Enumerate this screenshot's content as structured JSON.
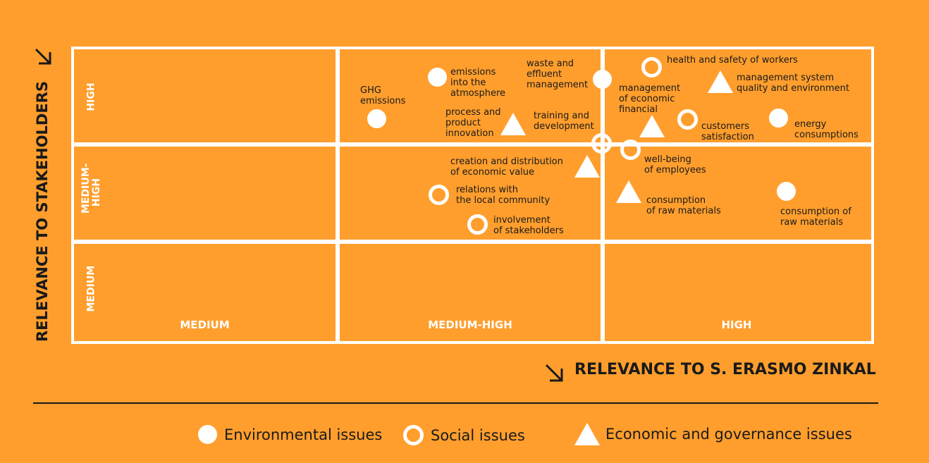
{
  "axes": {
    "y_title": "RELEVANCE TO STAKEHOLDERS",
    "x_title": "RELEVANCE TO S. ERASMO ZINKAL"
  },
  "rows": [
    "HIGH",
    "MEDIUM-\nHIGH",
    "MEDIUM"
  ],
  "columns": [
    "MEDIUM",
    "MEDIUM-HIGH",
    "HIGH"
  ],
  "issues": [
    {
      "label": "GHG\nemissions",
      "category": "environmental",
      "stakeholder_relevance": "HIGH",
      "company_relevance": "MEDIUM-HIGH"
    },
    {
      "label": "emissions\ninto the\natmosphere",
      "category": "environmental",
      "stakeholder_relevance": "HIGH",
      "company_relevance": "MEDIUM-HIGH"
    },
    {
      "label": "process and\nproduct\ninnovation",
      "category": "economic",
      "stakeholder_relevance": "HIGH",
      "company_relevance": "MEDIUM-HIGH"
    },
    {
      "label": "waste and\neffluent\nmanagement",
      "category": "environmental",
      "stakeholder_relevance": "HIGH",
      "company_relevance": "HIGH"
    },
    {
      "label": "training and\ndevelopment",
      "category": "social",
      "stakeholder_relevance": "HIGH",
      "company_relevance": "HIGH"
    },
    {
      "label": "health and safety of workers",
      "category": "social",
      "stakeholder_relevance": "HIGH",
      "company_relevance": "HIGH"
    },
    {
      "label": "management system\nquality and environment",
      "category": "economic",
      "stakeholder_relevance": "HIGH",
      "company_relevance": "HIGH"
    },
    {
      "label": "management\nof economic\nfinancial",
      "category": "economic",
      "stakeholder_relevance": "HIGH",
      "company_relevance": "HIGH"
    },
    {
      "label": "customers\nsatisfaction",
      "category": "social",
      "stakeholder_relevance": "HIGH",
      "company_relevance": "HIGH"
    },
    {
      "label": "energy\nconsumptions",
      "category": "environmental",
      "stakeholder_relevance": "HIGH",
      "company_relevance": "HIGH"
    },
    {
      "label": "creation and distribution\nof economic value",
      "category": "economic",
      "stakeholder_relevance": "MEDIUM-HIGH",
      "company_relevance": "MEDIUM-HIGH"
    },
    {
      "label": "relations with\nthe local community",
      "category": "social",
      "stakeholder_relevance": "MEDIUM-HIGH",
      "company_relevance": "MEDIUM-HIGH"
    },
    {
      "label": "involvement\nof stakeholders",
      "category": "social",
      "stakeholder_relevance": "MEDIUM-HIGH",
      "company_relevance": "MEDIUM-HIGH"
    },
    {
      "label": "well-being\nof employees",
      "category": "social",
      "stakeholder_relevance": "MEDIUM-HIGH",
      "company_relevance": "HIGH"
    },
    {
      "label": "consumption\nof raw materials",
      "category": "economic",
      "stakeholder_relevance": "MEDIUM-HIGH",
      "company_relevance": "HIGH"
    },
    {
      "label": "consumption of\nraw materials",
      "category": "environmental",
      "stakeholder_relevance": "MEDIUM-HIGH",
      "company_relevance": "HIGH"
    }
  ],
  "legend": {
    "environmental": "Environmental issues",
    "social": "Social issues",
    "economic": "Economic and governance issues"
  },
  "colors": {
    "background": "#FF9E2D",
    "grid": "#FFFFFF",
    "text": "#1A1A1A"
  }
}
